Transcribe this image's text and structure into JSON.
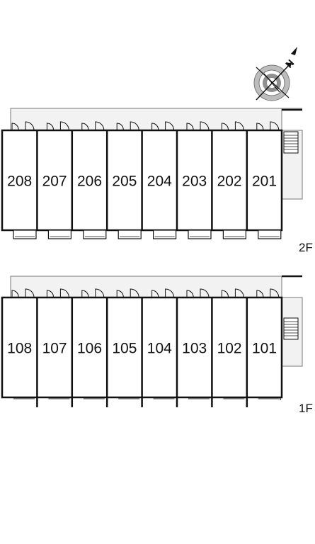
{
  "floors": [
    {
      "label": "2F",
      "units": [
        "208",
        "207",
        "206",
        "205",
        "204",
        "203",
        "202",
        "201"
      ]
    },
    {
      "label": "1F",
      "units": [
        "108",
        "107",
        "106",
        "105",
        "104",
        "103",
        "102",
        "101"
      ]
    }
  ],
  "compass": {
    "north_label": "N"
  },
  "colors": {
    "line": "#111111",
    "corridor": "#f2f2f2",
    "stair": "#cccccc",
    "compass_ring": "#9a9a9a"
  }
}
